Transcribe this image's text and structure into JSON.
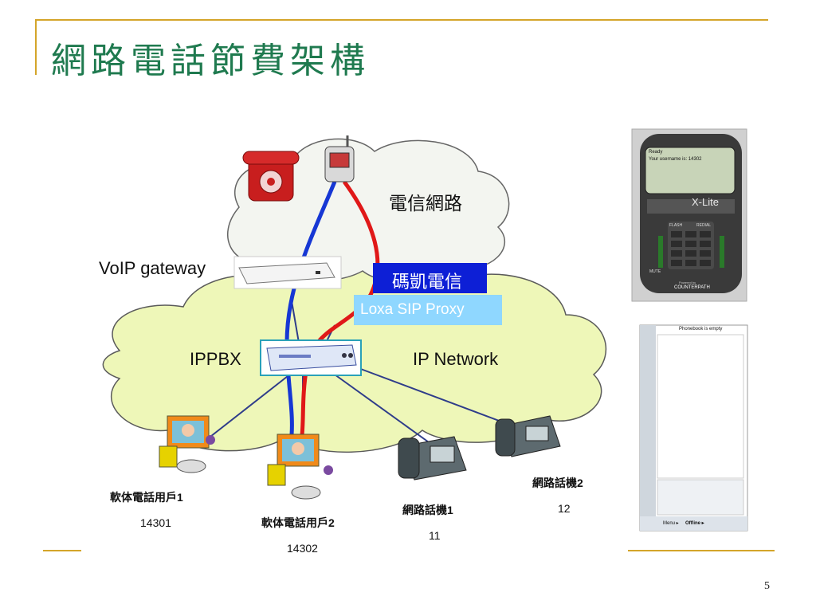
{
  "slide": {
    "title": "網路電話節費架構",
    "page_number": "5"
  },
  "diagram": {
    "labels": {
      "telecom_network": "電信網路",
      "voip_gateway": "VoIP gateway",
      "carrier": "碼凱電信",
      "sip_proxy": "Loxa SIP Proxy",
      "ippbx": "IPPBX",
      "ip_network": "IP Network"
    },
    "nodes": [
      {
        "name": "軟体電話用戶1",
        "number": "14301"
      },
      {
        "name": "軟体電話用戶2",
        "number": "14302"
      },
      {
        "name": "網路話機1",
        "number": "11"
      },
      {
        "name": "網路話機2",
        "number": "12"
      }
    ]
  },
  "xlite": {
    "status": "Ready",
    "username_line": "Your username is: 14302",
    "brand": "X-Lite",
    "powered_by": "Powered by",
    "vendor": "COUNTERPATH",
    "flash_label": "FLASH",
    "redial_label": "REDIAL",
    "mute_label": "MUTE"
  },
  "phonebook": {
    "empty_text": "Phonebook is empty",
    "menu_label": "Menu ▸",
    "status_label": "Offline ▸"
  },
  "colors": {
    "title": "#1f7a4f",
    "rule": "#d4a52a",
    "ip_cloud": "#eef7b8",
    "telecom_cloud": "#f3f5f0",
    "carrier_box": "#0d1fd6",
    "proxy_box": "#8fd7ff",
    "blue_line": "#1637d4",
    "red_line": "#e01818",
    "link_line": "#2f3d8a"
  }
}
